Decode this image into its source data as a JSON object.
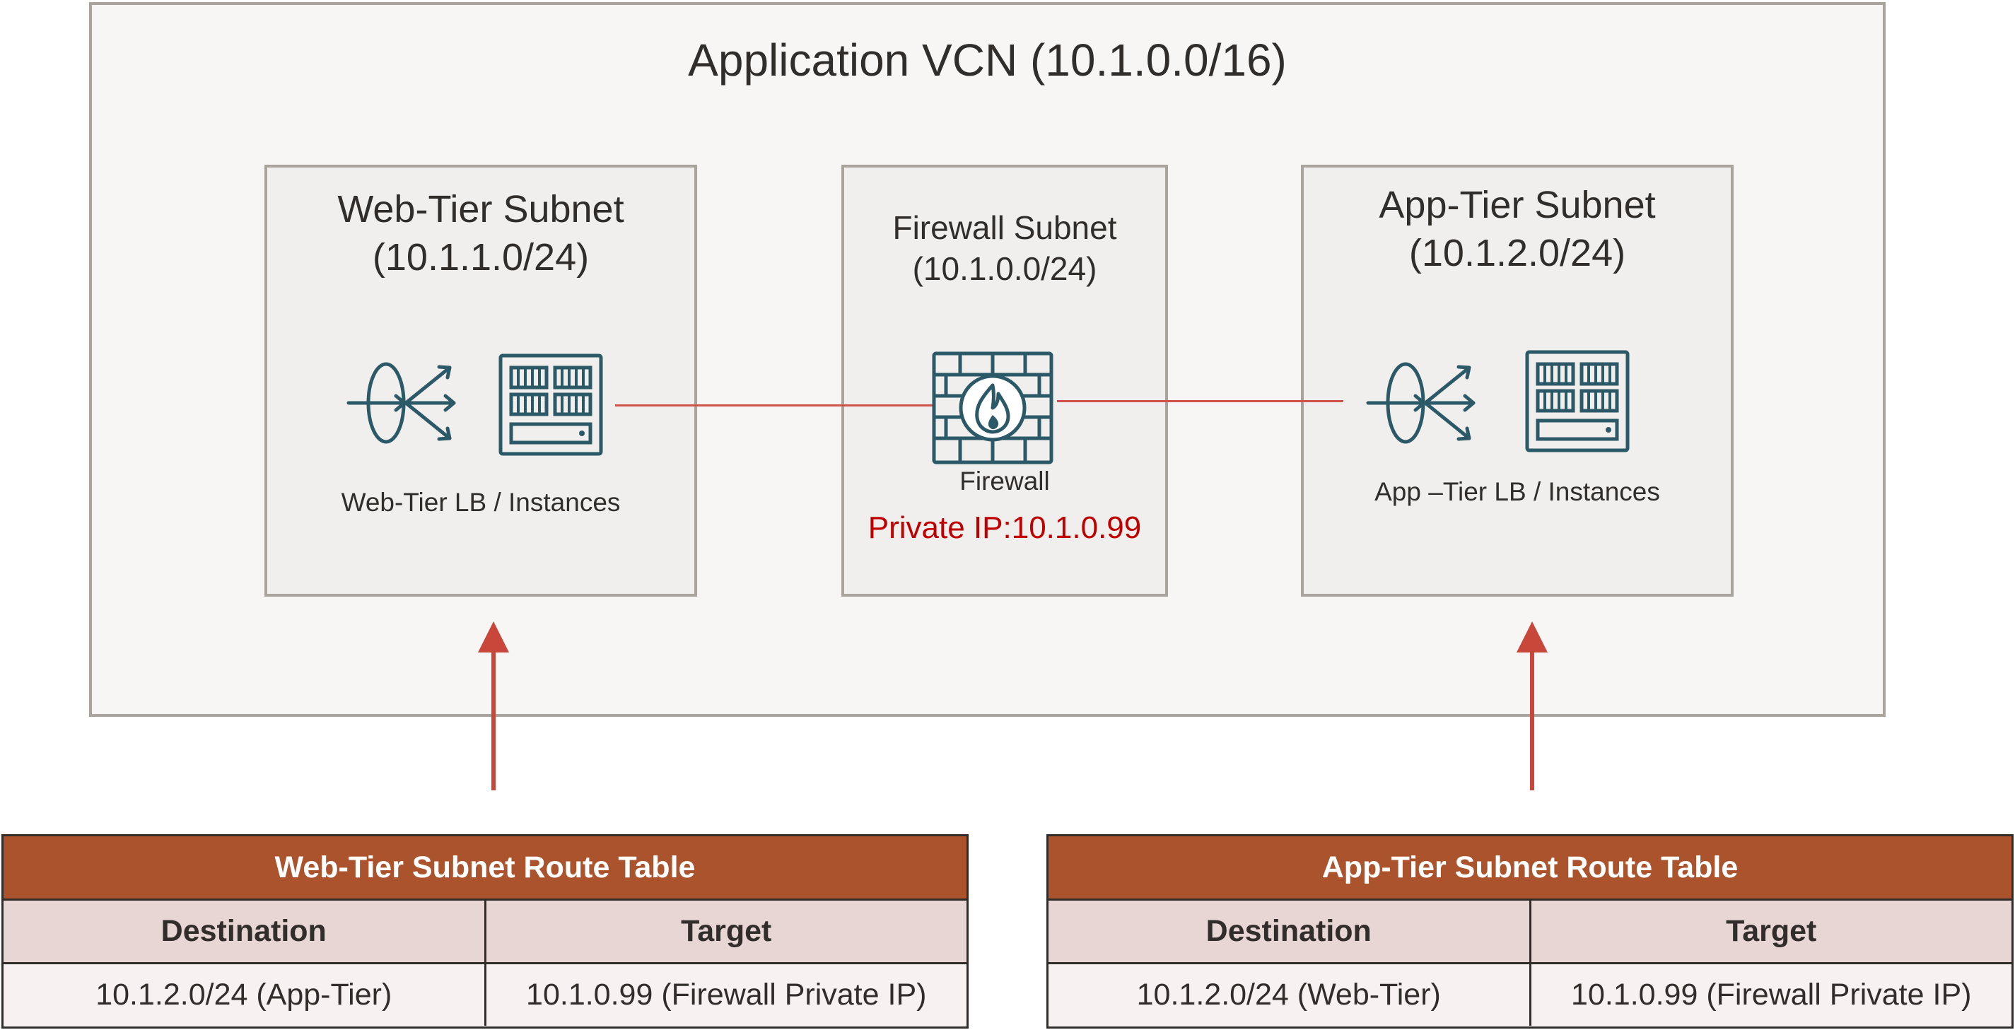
{
  "vcn": {
    "title": "Application  VCN (10.1.0.0/16)"
  },
  "web_subnet": {
    "title_line1": "Web-Tier Subnet",
    "title_line2": "(10.1.1.0/24)",
    "label": "Web-Tier LB / Instances"
  },
  "fw_subnet": {
    "title_line1": "Firewall Subnet",
    "title_line2": "(10.1.0.0/24)",
    "label": "Firewall",
    "private_ip": "Private IP:10.1.0.99"
  },
  "app_subnet": {
    "title_line1": "App-Tier Subnet",
    "title_line2": "(10.1.2.0/24)",
    "label": "App –Tier  LB / Instances"
  },
  "web_route_table": {
    "title": "Web-Tier Subnet Route Table",
    "col_destination": "Destination",
    "col_target": "Target",
    "rows": [
      {
        "destination": "10.1.2.0/24 (App-Tier)",
        "target": "10.1.0.99 (Firewall Private IP)"
      }
    ]
  },
  "app_route_table": {
    "title": "App-Tier Subnet Route Table",
    "col_destination": "Destination",
    "col_target": "Target",
    "rows": [
      {
        "destination": "10.1.2.0/24 (Web-Tier)",
        "target": "10.1.0.99 (Firewall Private IP)"
      }
    ]
  },
  "icons": [
    "load-balancer-icon",
    "server-icon",
    "firewall-icon"
  ],
  "colors": {
    "icon_teal": "#2c5967",
    "link_red": "#d0504a",
    "private_ip_red": "#c00000",
    "table_header_bg": "#ab532d",
    "table_colhead_bg": "#e8d6d4",
    "border_gray": "#a9a39e"
  }
}
